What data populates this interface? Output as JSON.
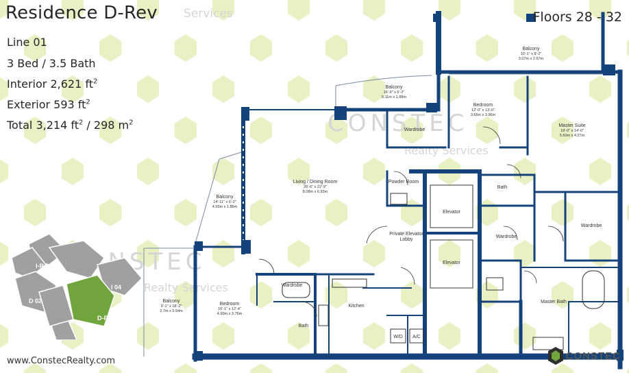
{
  "header": {
    "title": "Residence D-Rev",
    "floors": "Floors 28 - 32"
  },
  "specs": {
    "line": "Line 01",
    "beds_baths": "3 Bed / 3.5 Bath",
    "interior_text": "Interior 2,621 ft",
    "interior_sup": "2",
    "exterior_text": "Exterior 593 ft",
    "exterior_sup": "2",
    "total_text": "Total 3,214 ft",
    "total_sup": "2",
    "total_metric": " / 298 m",
    "total_metric_sup": "2"
  },
  "website": "www.ConstecRealty.com",
  "watermark": {
    "brand": "CONSTEC",
    "services": "Realty Services",
    "header_services": "Services"
  },
  "logo": {
    "text": "CONSTEC"
  },
  "colors": {
    "wall": "#14427a",
    "watermark_hex": "#e9f0c4",
    "keyplan_gray": "#a0a0a0",
    "keyplan_highlight": "#6fa53c"
  },
  "rooms": {
    "balcony_top": {
      "name": "Balcony",
      "dim1": "10'-1\" x 8'-2\"",
      "dim2": "3.07m x 2.67m"
    },
    "balcony_upper": {
      "name": "Balcony",
      "dim1": "16'-9\" x 6'-2\"",
      "dim2": "5.11m x 1.88m"
    },
    "bedroom_top": {
      "name": "Bedroom",
      "dim1": "12'-0\" x 13'-0\"",
      "dim2": "3.66m x 3.96m"
    },
    "wardrobe_top": {
      "name": "Wardrobe"
    },
    "master_suite": {
      "name": "Master Suite",
      "dim1": "18'-0\" x 14'-0\"",
      "dim2": "5.60m x 4.27m"
    },
    "living": {
      "name": "Living / Dining Room",
      "dim1": "26'-6\" x 22'-9\"",
      "dim2": "8.08m x 6.93m"
    },
    "balcony_left": {
      "name": "Balcony",
      "dim1": "14'-11\" x 6'-2\"",
      "dim2": "4.55m x 1.88m"
    },
    "powder": {
      "name": "Powder Room"
    },
    "bath_master_top": {
      "name": "Bath"
    },
    "elevator_1": {
      "name": "Elevator"
    },
    "elevator_2": {
      "name": "Elevator"
    },
    "wardrobe_right": {
      "name": "Wardrobe"
    },
    "wardrobe_mid": {
      "name": "Wardrobe"
    },
    "private_lobby": {
      "name": "Private Elevator Lobby"
    },
    "wardrobe_bed": {
      "name": "Wardrobe"
    },
    "balcony_bottom": {
      "name": "Balcony",
      "dim1": "9'-1\" x 18'-2\"",
      "dim2": "2.7m x 5.54m"
    },
    "bedroom_bottom": {
      "name": "Bedroom",
      "dim1": "16'-1\" x 12'-4\"",
      "dim2": "4.90m x 3.76m"
    },
    "kitchen": {
      "name": "Kitchen"
    },
    "bath_bottom": {
      "name": "Bath"
    },
    "master_bath": {
      "name": "Master Bath"
    },
    "wd": {
      "name": "W/D"
    },
    "ac": {
      "name": "A/C"
    }
  },
  "keyplan": {
    "units": [
      {
        "label": "I-R 05"
      },
      {
        "label": "I 04"
      },
      {
        "label": "D 02"
      },
      {
        "label": "D-R 01"
      }
    ]
  }
}
